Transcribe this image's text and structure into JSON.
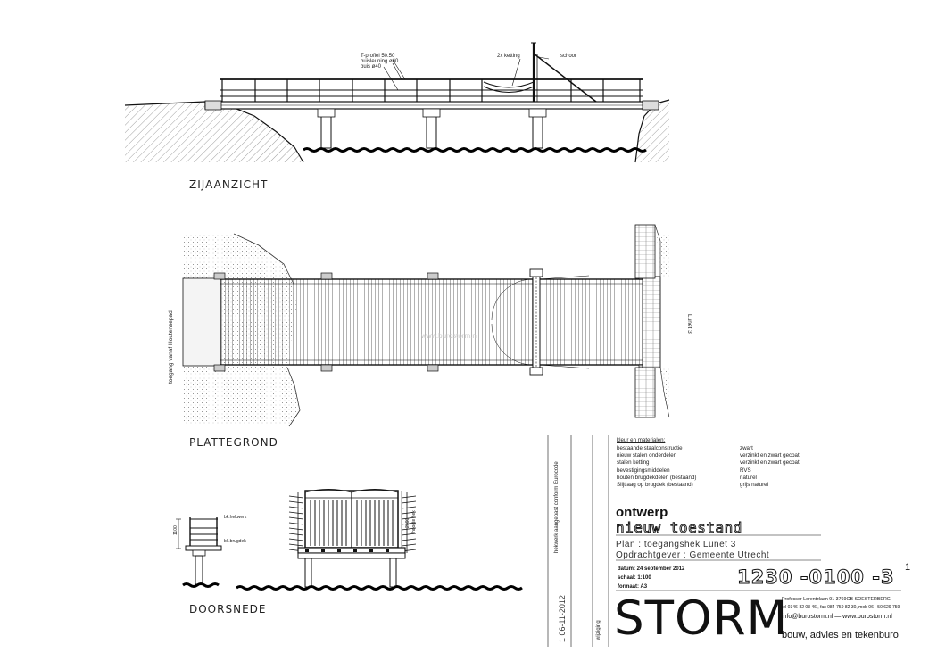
{
  "views": {
    "side": "ZIJAANZICHT",
    "plan": "PLATTEGROND",
    "section": "DOORSNEDE"
  },
  "side_labels": {
    "profile": "T-profiel 50.50",
    "rail": "buisleuning ø60",
    "tube": "buis ø40",
    "chain": "2x ketting",
    "hinge": "schoor"
  },
  "plan_labels": {
    "access": "toegang vanaf Houtensepad",
    "lunet": "Lunet 3",
    "watermark": "www.burostorm.nl"
  },
  "section_labels": {
    "height_1": "1100",
    "top_handrail": "bk.hekwerk",
    "deck": "bk.brugdek",
    "gate_height_dim": "2660",
    "gate_height_text": "hoogte hek"
  },
  "materials": {
    "heading": "kleur en materialen:",
    "rows": [
      {
        "item": "bestaande staalconstructie",
        "finish": "zwart"
      },
      {
        "item": "nieuw stalen onderdelen",
        "finish": "verzinkt en zwart gecoat"
      },
      {
        "item": "stalen ketting",
        "finish": "verzinkt en zwart gecoat"
      },
      {
        "item": "bevestigingsmiddelen",
        "finish": "RVS"
      },
      {
        "item": "houten brugdekdelen (bestaand)",
        "finish": "naturel"
      },
      {
        "item": "Slijtlaag op brugdek (bestaand)",
        "finish": "grijs naturel"
      }
    ]
  },
  "revision": {
    "note": "hekwerk aangepast conform Eurocode",
    "line": "1   06-11-2012",
    "label": "wijziging"
  },
  "titleblock": {
    "design": "ontwerp",
    "state": "nieuw toestand",
    "plan": "Plan : toegangshek Lunet 3",
    "client": "Opdrachtgever : Gemeente Utrecht",
    "date": "datum:  24 september 2012",
    "scale": "schaal:  1:100",
    "format": "formaat:  A3",
    "number": "1230 -0100 -3",
    "number_sup": "1",
    "company": "STORM",
    "address": "Professor Lorentzlaan 91  3769GB SOESTERBERG",
    "phone": "tel 0346-82 03 46 , fax 084-759 82 30, mob 06 - 50 629 759",
    "contact": "info@burostorm.nl  —  www.burostorm.nl",
    "tagline": "bouw, advies en tekenburo"
  },
  "colors": {
    "ink": "#111111",
    "grey": "#c8c8c8",
    "water": "#000000"
  }
}
